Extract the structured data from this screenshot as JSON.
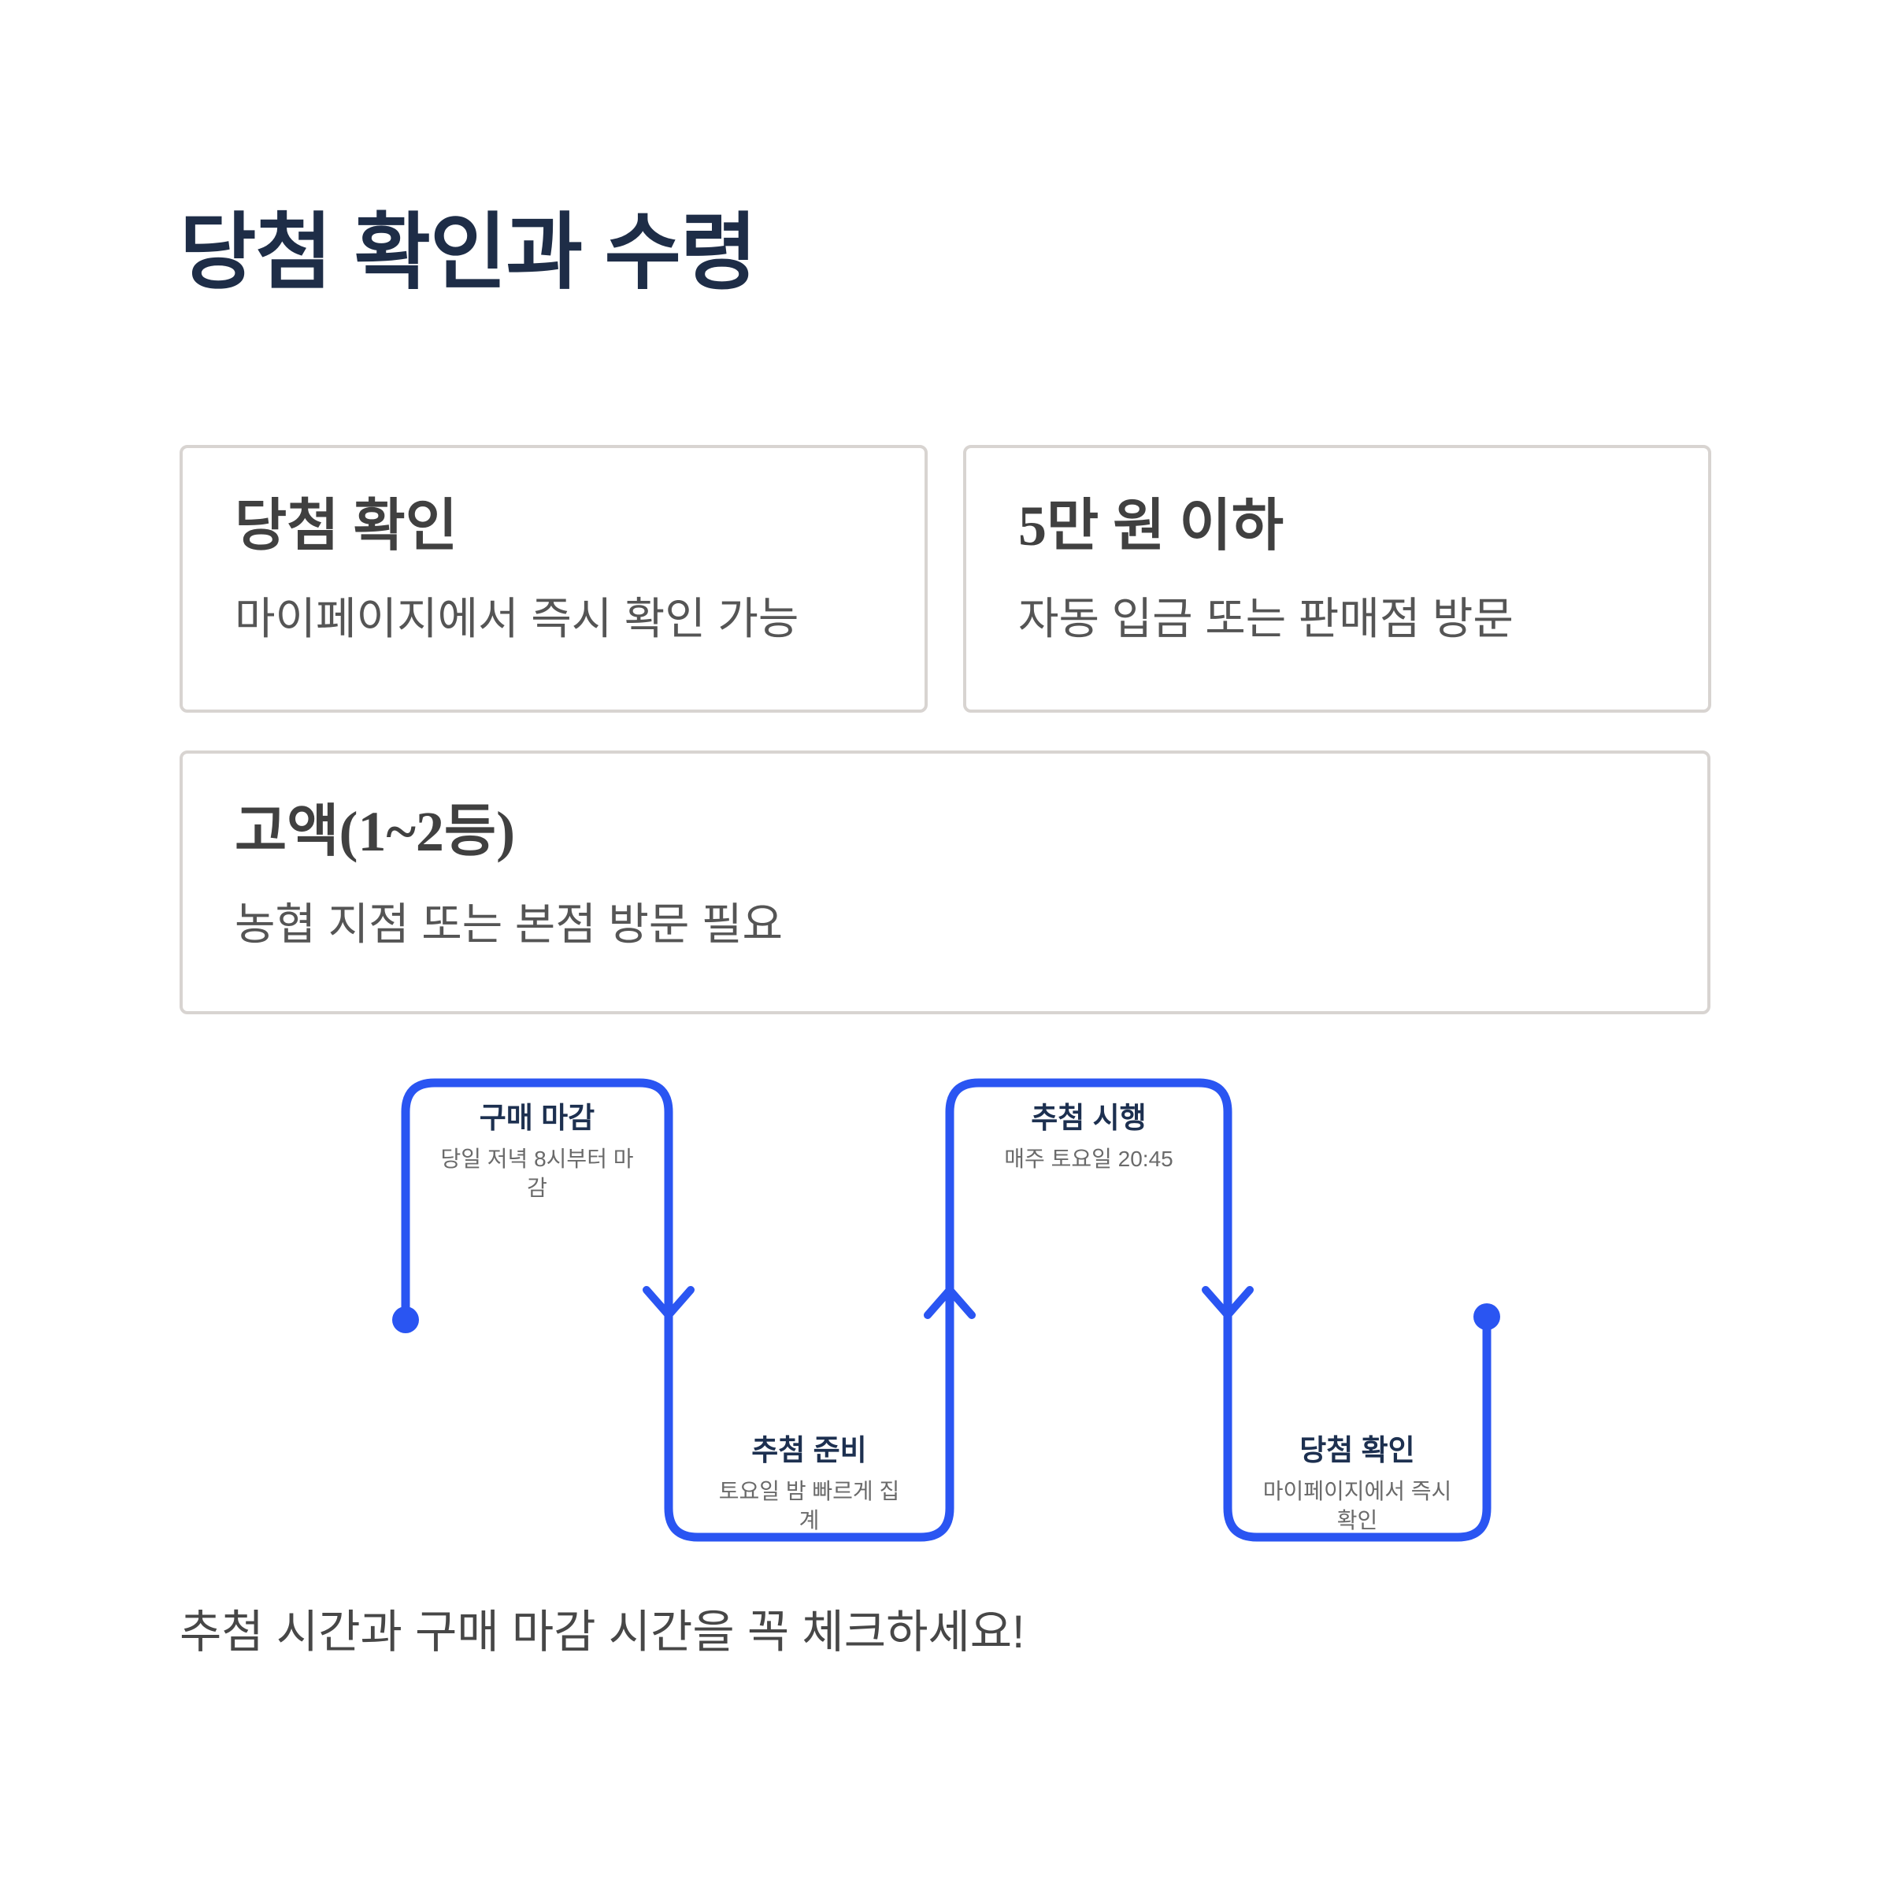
{
  "header": {
    "title": "당첨 확인과 수령"
  },
  "cards": [
    {
      "title": "당첨 확인",
      "description": "마이페이지에서 즉시 확인 가능"
    },
    {
      "title": "5만 원 이하",
      "description": "자동 입금 또는 판매점 방문"
    },
    {
      "title": "고액(1~2등)",
      "description": "농협 지점 또는 본점 방문 필요"
    }
  ],
  "timeline": {
    "steps": [
      {
        "title": "구매 마감",
        "subtitle": "당일 저녁 8시부터 마\n감"
      },
      {
        "title": "추첨 준비",
        "subtitle": "토요일 밤 빠르게 집\n계"
      },
      {
        "title": "추첨 시행",
        "subtitle": "매주 토요일 20:45"
      },
      {
        "title": "당첨 확인",
        "subtitle": "마이페이지에서 즉시\n확인"
      }
    ]
  },
  "note": {
    "text": "추첨 시간과 구매 마감 시간을 꼭 체크하세요!"
  },
  "colors": {
    "accent_blue": "#2a55f2",
    "title_navy": "#1e2d47",
    "card_border": "#d8d4d1",
    "card_title_gray": "#404040",
    "card_body_gray": "#555555",
    "step_title_navy": "#1d3050",
    "step_subtitle_gray": "#6a6a6a",
    "note_gray": "#474747"
  }
}
